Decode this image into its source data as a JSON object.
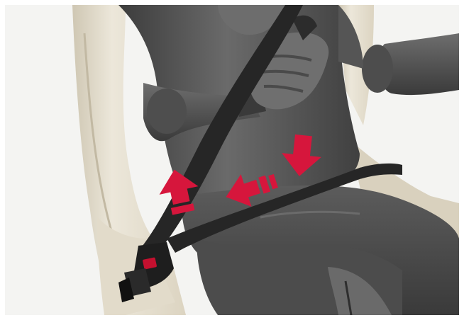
{
  "illustration": {
    "subject": "seat-belt-fastening",
    "colors": {
      "background": "#f4f4f2",
      "seat": "#e8e2d2",
      "seat_shadow": "#cfc7b3",
      "mannequin": "#5a5a5a",
      "mannequin_dark": "#3c3c3c",
      "mannequin_light": "#7a7a7a",
      "belt": "#262626",
      "arrow": "#d6163c",
      "buckle_release": "#c4102f"
    },
    "arrows": [
      {
        "name": "shoulder-belt-up",
        "direction": "up"
      },
      {
        "name": "lap-belt-left",
        "direction": "left"
      },
      {
        "name": "lap-belt-down",
        "direction": "down"
      }
    ]
  }
}
